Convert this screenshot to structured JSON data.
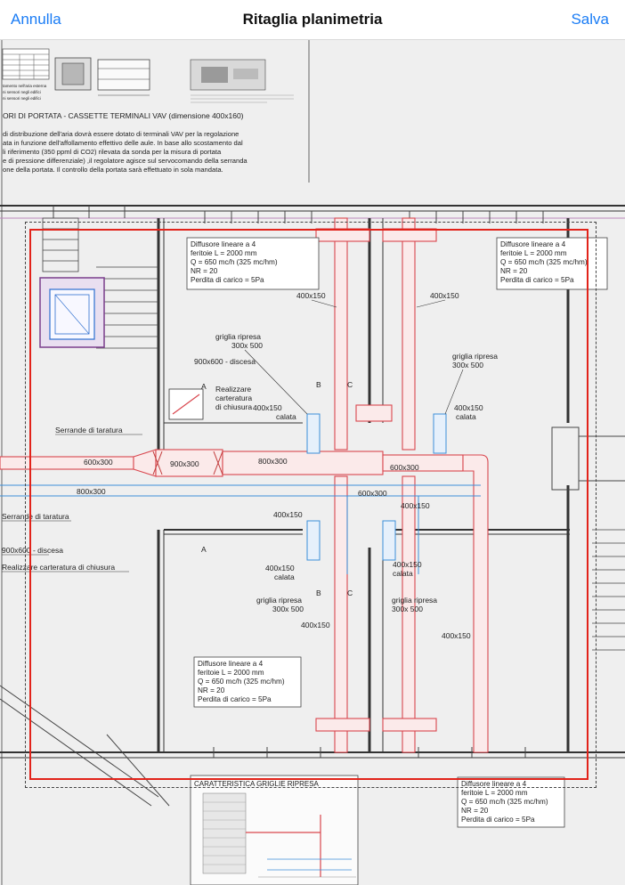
{
  "nav": {
    "cancel_label": "Annulla",
    "title": "Ritaglia planimetria",
    "save_label": "Salva"
  },
  "colors": {
    "accent": "#1a7cf5",
    "crop_border": "#e2231a",
    "duct_red": "#d9464e",
    "duct_blue": "#3c8fd8"
  },
  "plan": {
    "header_section": "ORI DI PORTATA - CASSETTE TERMINALI VAV (dimensione 400x160)",
    "header_lines": [
      "di distribuzione dell'aria dovrà essere dotato di terminali VAV per la regolazione",
      "ata in funzione dell'affollamento effettivo delle aule. In base allo scostamento dal",
      "li riferimento (350 ppml di CO2) rilevata da sonda per la misura di portata",
      "e di pressione differenziale) ,il regolatore agisce sul servocomando della serranda",
      "one della portata. Il controllo della portata sarà effettuato in sola mandata."
    ],
    "small_notes": [
      "tamento nell'aria esterna",
      "ni sensori negli edifici",
      "ni sensori negli edifici"
    ],
    "diffuser_notes": {
      "line1": "Diffusore lineare a 4",
      "line2": "feritoie L = 2000 mm",
      "line3": "Q = 650 mc/h (325 mc/hm)",
      "line4": "NR = 20",
      "line5": "Perdita di carico = 5Pa"
    },
    "labels": {
      "duct_400x150": "400x150",
      "griglia_ripresa": "griglia ripresa",
      "size_300x500": "300x 500",
      "size_300x500b": "300x 500",
      "size_900x600_discesa": "900x600 - discesa",
      "realizzare1": "Realizzare",
      "carteratura": "carteratura",
      "di_chiusura": "di chiusura",
      "calata": "calata",
      "serrande": "Serrande di taratura",
      "duct_600x300": "600x300",
      "duct_900x300": "900x300",
      "duct_800x300": "800x300",
      "mark_A": "A",
      "mark_B": "B",
      "mark_C": "C",
      "left_serrande": "Serrande di taratura",
      "left_900x600": "900x600 - discesa",
      "left_realizzare": "Realizzare carteratura di chiusura",
      "caratteristica": "CARATTERISTICA GRIGLIE RIPRESA"
    }
  }
}
